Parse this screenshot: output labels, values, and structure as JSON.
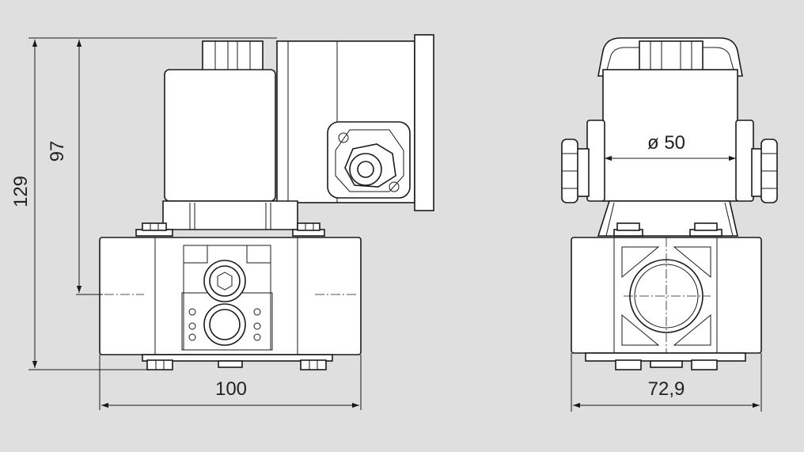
{
  "dimensions": {
    "height_total": "129",
    "height_axis": "97",
    "width_side": "100",
    "width_front": "72,9",
    "coil_diameter": "ø 50"
  },
  "colors": {
    "background": "#dfdfe0",
    "part_fill": "#ffffff",
    "line": "#1a1a1a"
  }
}
